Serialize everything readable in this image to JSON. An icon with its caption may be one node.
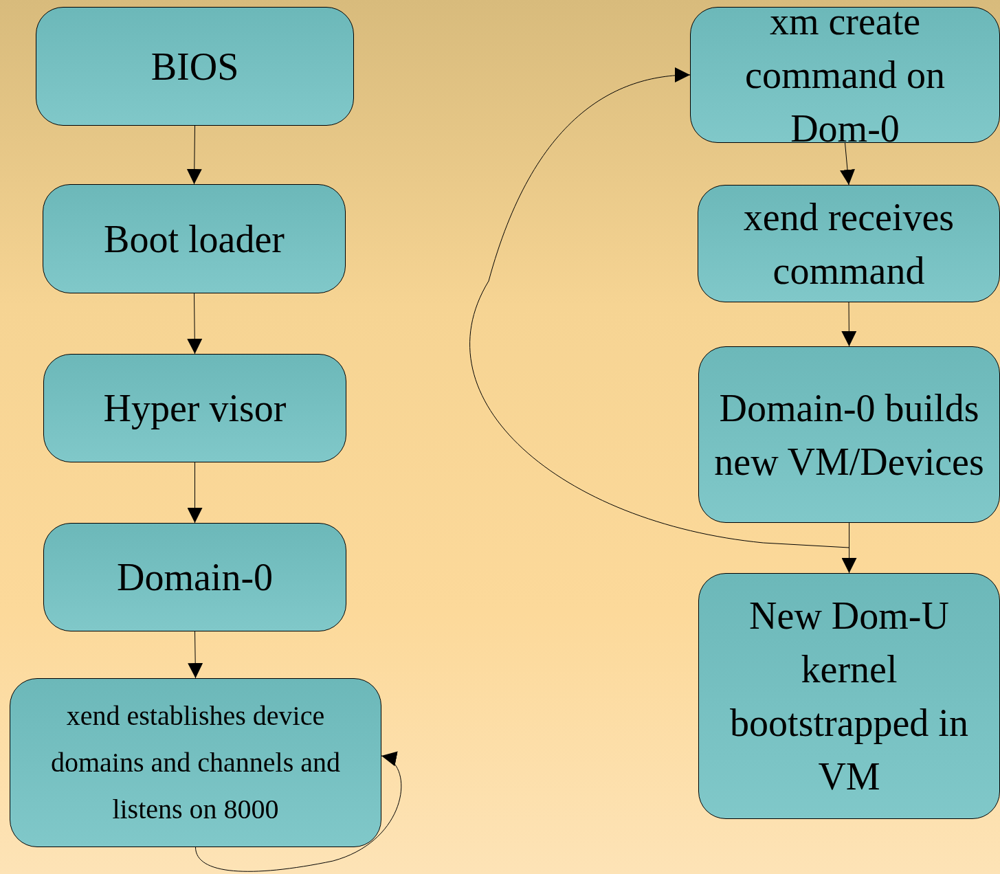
{
  "diagram": {
    "nodes": [
      {
        "text": [
          "BIOS"
        ]
      },
      {
        "text": [
          "Boot loader"
        ]
      },
      {
        "text": [
          "Hyper visor"
        ]
      },
      {
        "text": [
          "Domain-0"
        ]
      },
      {
        "text": [
          "xend establishes device domains  and channels and listens on 8000"
        ]
      },
      {
        "text": [
          "xm create command on Dom-0"
        ]
      },
      {
        "text": [
          "xend receives command"
        ]
      },
      {
        "text": [
          "Domain-0 builds new VM/Devices"
        ]
      },
      {
        "text": [
          "New Dom-U kernel bootstrapped in VM"
        ]
      }
    ],
    "edges": [
      {
        "from": 0,
        "to": 1,
        "arrow": "to"
      },
      {
        "from": 1,
        "to": 2,
        "arrow": "to"
      },
      {
        "from": 2,
        "to": 3,
        "arrow": "to"
      },
      {
        "from": 3,
        "to": 4,
        "arrow": "to"
      },
      {
        "from": 4,
        "to": 4,
        "arrow": "to"
      },
      {
        "from": 5,
        "to": 6,
        "arrow": "to"
      },
      {
        "from": 6,
        "to": 7,
        "arrow": "to"
      },
      {
        "from": 7,
        "to": 8,
        "arrow": "to"
      },
      {
        "from": 7,
        "to": 5,
        "arrow": "to"
      }
    ]
  }
}
